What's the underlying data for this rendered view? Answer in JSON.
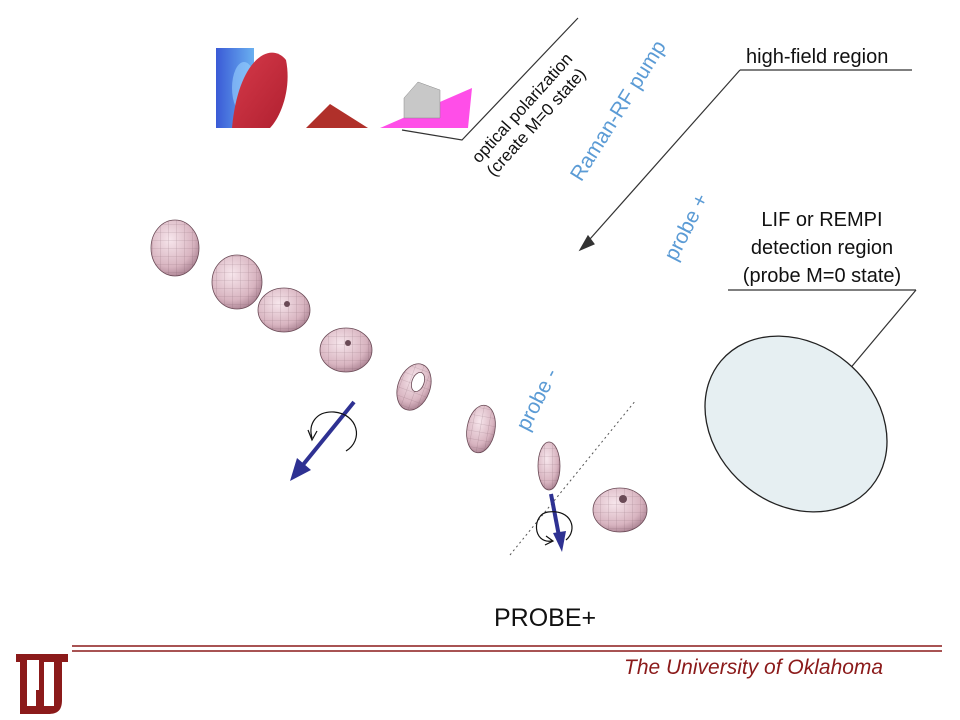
{
  "labels": {
    "high_field": "high-field region",
    "optical_line1": "optical polarization",
    "optical_line2": "(create M=0 state)",
    "raman": "Raman-RF pump",
    "probe_plus_small": "probe +",
    "probe_minus": "probe -",
    "lif_line1": "LIF or REMPI",
    "lif_line2": "detection region",
    "lif_line3": "(probe M=0 state)",
    "caption": "PROBE+"
  },
  "footer": {
    "university": "The University of Oklahoma",
    "logo_letters": "OU"
  },
  "colors": {
    "accent_blue": "#5b9bd5",
    "crimson": "#8b1a1a",
    "arrow_navy": "#2e3192",
    "ellipse_fill": "#e6eff2",
    "lobe_fill": "#e2c2cc"
  },
  "icons": [
    "ou-logo-icon",
    "polarization-arrow-icon",
    "rotation-arrow-icon",
    "molecule-orientation-icon"
  ]
}
